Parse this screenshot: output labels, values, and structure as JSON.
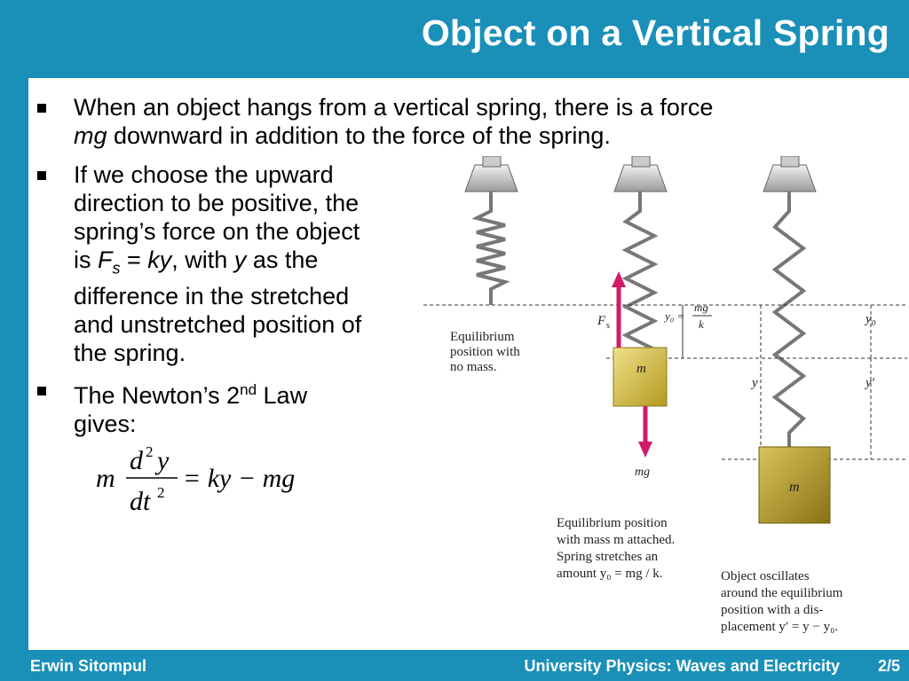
{
  "title": "Object on a Vertical Spring",
  "bullets": [
    {
      "line1": "When an object hangs from a vertical spring, there is a force",
      "mg": "mg",
      "line2_rest": " downward in addition to the force of the spring."
    },
    {
      "l1": "If we choose the upward",
      "l2": "direction to be positive, the",
      "l3": "spring’s force on the object",
      "l4_pre": "is ",
      "F": "F",
      "sub_s": "s",
      "eq": " = ",
      "ky": "ky",
      "with": ", with ",
      "y": "y",
      "asthe": " as the",
      "l5": "difference in the stretched",
      "l6": "and unstretched position of",
      "l7": "the spring."
    },
    {
      "pre": "The Newton’s 2",
      "sup": "nd",
      "post": " Law",
      "l2": "gives:"
    }
  ],
  "formula": {
    "m": "m",
    "d2": "d",
    "sup2a": "2",
    "y": "y",
    "dt": "dt",
    "sup2b": "2",
    "rhs": "= ky − mg"
  },
  "figure": {
    "label_left_1": "Equilibrium",
    "label_left_2": "position with",
    "label_left_3": "no mass.",
    "Fs": "F",
    "Fs_sub": "s",
    "y0_eq": "y₀ =",
    "mg_num": "mg",
    "k_den": "k",
    "y0_right": "y₀",
    "y_mid": "y",
    "yprime": "y′",
    "mass_label": "m",
    "mg_arrow": "mg",
    "cap_mid_1": "Equilibrium position",
    "cap_mid_2": "with mass m attached.",
    "cap_mid_3": "Spring stretches an",
    "cap_mid_4": "amount y₀ = mg / k.",
    "cap_right_1": "Object oscillates",
    "cap_right_2": "around the equilibrium",
    "cap_right_3": "position with a dis-",
    "cap_right_4": "placement y′ = y − y₀."
  },
  "footer": {
    "author": "Erwin Sitompul",
    "course": "University Physics: Waves and Electricity",
    "page": "2/5"
  },
  "colors": {
    "header": "#1a8fb8",
    "block": "#d6c23c",
    "arrow": "#d11a6c"
  }
}
